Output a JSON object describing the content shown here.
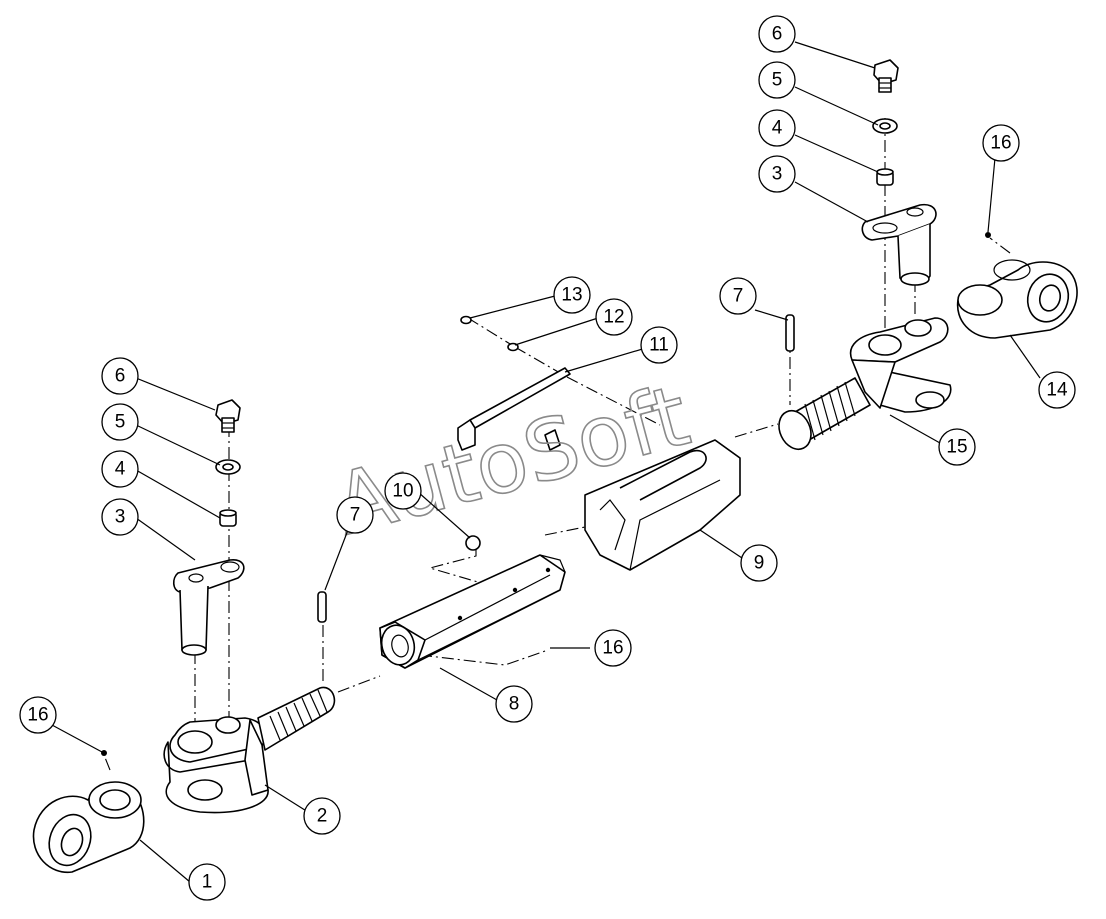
{
  "watermark": "AutoSoft",
  "callouts": [
    {
      "id": "c1",
      "label": "1"
    },
    {
      "id": "c2",
      "label": "2"
    },
    {
      "id": "c3a",
      "label": "3"
    },
    {
      "id": "c3b",
      "label": "3"
    },
    {
      "id": "c4a",
      "label": "4"
    },
    {
      "id": "c4b",
      "label": "4"
    },
    {
      "id": "c5a",
      "label": "5"
    },
    {
      "id": "c5b",
      "label": "5"
    },
    {
      "id": "c6a",
      "label": "6"
    },
    {
      "id": "c6b",
      "label": "6"
    },
    {
      "id": "c7a",
      "label": "7"
    },
    {
      "id": "c7b",
      "label": "7"
    },
    {
      "id": "c8",
      "label": "8"
    },
    {
      "id": "c9",
      "label": "9"
    },
    {
      "id": "c10",
      "label": "10"
    },
    {
      "id": "c11",
      "label": "11"
    },
    {
      "id": "c12",
      "label": "12"
    },
    {
      "id": "c13",
      "label": "13"
    },
    {
      "id": "c14",
      "label": "14"
    },
    {
      "id": "c15",
      "label": "15"
    },
    {
      "id": "c16a",
      "label": "16"
    },
    {
      "id": "c16b",
      "label": "16"
    },
    {
      "id": "c16c",
      "label": "16"
    }
  ]
}
